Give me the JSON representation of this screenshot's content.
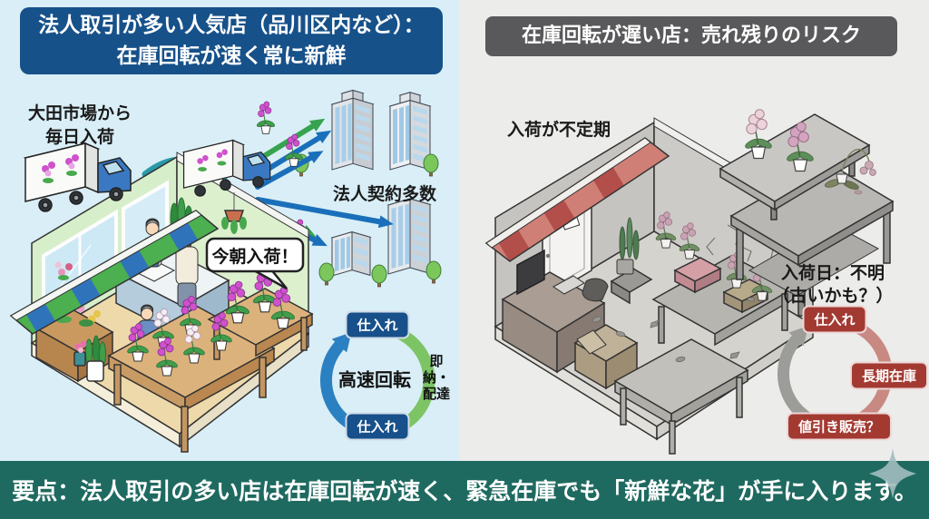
{
  "left": {
    "header_line1": "法人取引が多い人気店（品川区内など）：",
    "header_line2": "在庫回転が速く常に新鮮",
    "market_line1": "大田市場から",
    "market_line2": "毎日入荷",
    "corporate": "法人契約多数",
    "bubble": "今朝入荷！",
    "cycle": {
      "top": "仕入れ",
      "bottom": "仕入れ",
      "center": "高速回転",
      "side_line1": "即納・",
      "side_line2": "配達"
    }
  },
  "right": {
    "header": "在庫回転が遅い店：売れ残りのリスク",
    "irregular": "入荷が不定期",
    "note_line1": "入荷日：不明",
    "note_line2": "（古いかも？）",
    "cycle": {
      "top": "仕入れ",
      "right": "長期在庫",
      "bottom": "値引き販売？"
    }
  },
  "footer": {
    "text": "要点：法人取引の多い店は在庫回転が速く、緊急在庫でも「新鮮な花」が手に入ります。"
  },
  "icons": [
    "truck-icon",
    "building-icon",
    "tree-icon",
    "orchid-icon",
    "arrow-icon",
    "sparkle-icon"
  ],
  "colors": {
    "left_bg": "#d9eef6",
    "right_bg": "#ececea",
    "left_header_bg": "#17518a",
    "right_header_bg": "#59595b",
    "footer_bg": "#1f6a60",
    "cycle_fast_green": "#7cc464",
    "cycle_fast_blue": "#2b80c2",
    "cycle_fast_pill": "#17508a",
    "cycle_slow_pink": "#c98983",
    "cycle_slow_gray": "#9c9c99",
    "cycle_slow_pill": "#a33a32",
    "awning_left": [
      "#2f74bb",
      "#4caf50"
    ],
    "awning_right": [
      "#b34f4b",
      "#d07f76"
    ],
    "orchid_magenta": "#cf52cc"
  }
}
